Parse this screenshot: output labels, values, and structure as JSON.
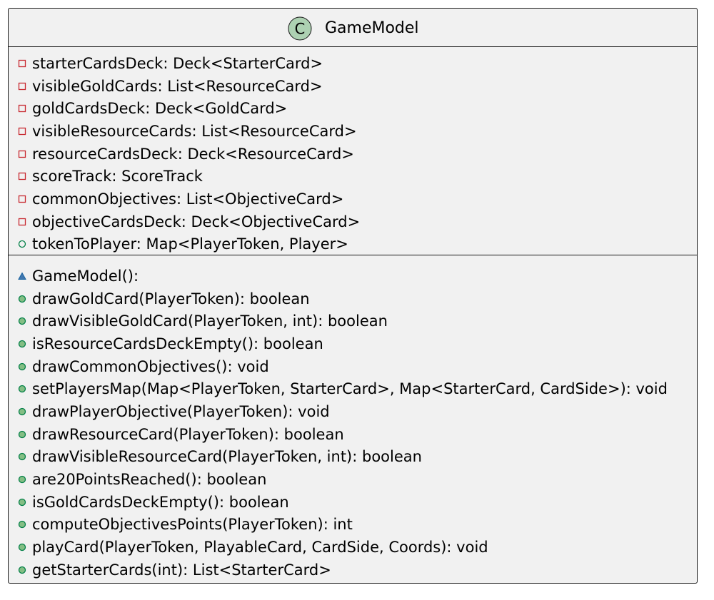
{
  "class": {
    "name": "GameModel",
    "stereotype_letter": "C",
    "stereotype_color": "#ADD1B2",
    "attributes": [
      {
        "visibility": "private",
        "text": "starterCardsDeck: Deck<StarterCard>"
      },
      {
        "visibility": "private",
        "text": "visibleGoldCards: List<ResourceCard>"
      },
      {
        "visibility": "private",
        "text": "goldCardsDeck: Deck<GoldCard>"
      },
      {
        "visibility": "private",
        "text": "visibleResourceCards: List<ResourceCard>"
      },
      {
        "visibility": "private",
        "text": "resourceCardsDeck: Deck<ResourceCard>"
      },
      {
        "visibility": "private",
        "text": "scoreTrack: ScoreTrack"
      },
      {
        "visibility": "private",
        "text": "commonObjectives: List<ObjectiveCard>"
      },
      {
        "visibility": "private",
        "text": "objectiveCardsDeck: Deck<ObjectiveCard>"
      },
      {
        "visibility": "public-field",
        "text": "tokenToPlayer: Map<PlayerToken, Player>"
      }
    ],
    "operations": [
      {
        "visibility": "package",
        "text": "GameModel():"
      },
      {
        "visibility": "public",
        "text": "drawGoldCard(PlayerToken): boolean"
      },
      {
        "visibility": "public",
        "text": "drawVisibleGoldCard(PlayerToken, int): boolean"
      },
      {
        "visibility": "public",
        "text": "isResourceCardsDeckEmpty(): boolean"
      },
      {
        "visibility": "public",
        "text": "drawCommonObjectives(): void"
      },
      {
        "visibility": "public",
        "text": "setPlayersMap(Map<PlayerToken, StarterCard>, Map<StarterCard, CardSide>): void"
      },
      {
        "visibility": "public",
        "text": "drawPlayerObjective(PlayerToken): void"
      },
      {
        "visibility": "public",
        "text": "drawResourceCard(PlayerToken): boolean"
      },
      {
        "visibility": "public",
        "text": "drawVisibleResourceCard(PlayerToken, int): boolean"
      },
      {
        "visibility": "public",
        "text": "are20PointsReached(): boolean"
      },
      {
        "visibility": "public",
        "text": "isGoldCardsDeckEmpty(): boolean"
      },
      {
        "visibility": "public",
        "text": "computeObjectivesPoints(PlayerToken): int"
      },
      {
        "visibility": "public",
        "text": "playCard(PlayerToken, PlayableCard, CardSide, Coords): void"
      },
      {
        "visibility": "public",
        "text": "getStarterCards(int): List<StarterCard>"
      }
    ]
  },
  "colors": {
    "private_icon": "#C82930",
    "public_icon_fill": "#84BE84",
    "public_icon_stroke": "#038048",
    "package_icon_fill": "#4177AF",
    "package_icon_stroke": "#1963A0",
    "box_background": "#F1F1F1",
    "box_border": "#181818"
  }
}
